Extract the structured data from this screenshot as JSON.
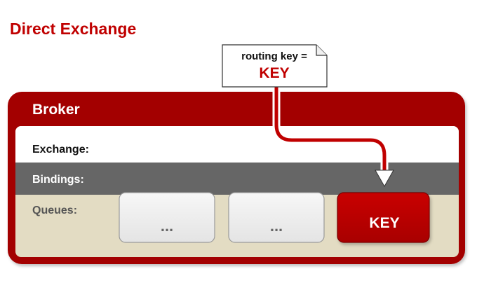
{
  "title": "Direct Exchange",
  "message": {
    "routing_label": "routing key =",
    "key": "KEY"
  },
  "broker": {
    "label": "Broker",
    "exchange_label": "Exchange:",
    "bindings_label": "Bindings:",
    "queues_label": "Queues:"
  },
  "queues": [
    {
      "label": "...",
      "highlighted": false
    },
    {
      "label": "...",
      "highlighted": false
    },
    {
      "label": "KEY",
      "highlighted": true
    }
  ],
  "colors": {
    "brand_red": "#c00000",
    "broker_red": "#a30000",
    "bindings_gray": "#666666",
    "queues_beige": "#e3dcc3",
    "queue_gray": "#efefef"
  }
}
